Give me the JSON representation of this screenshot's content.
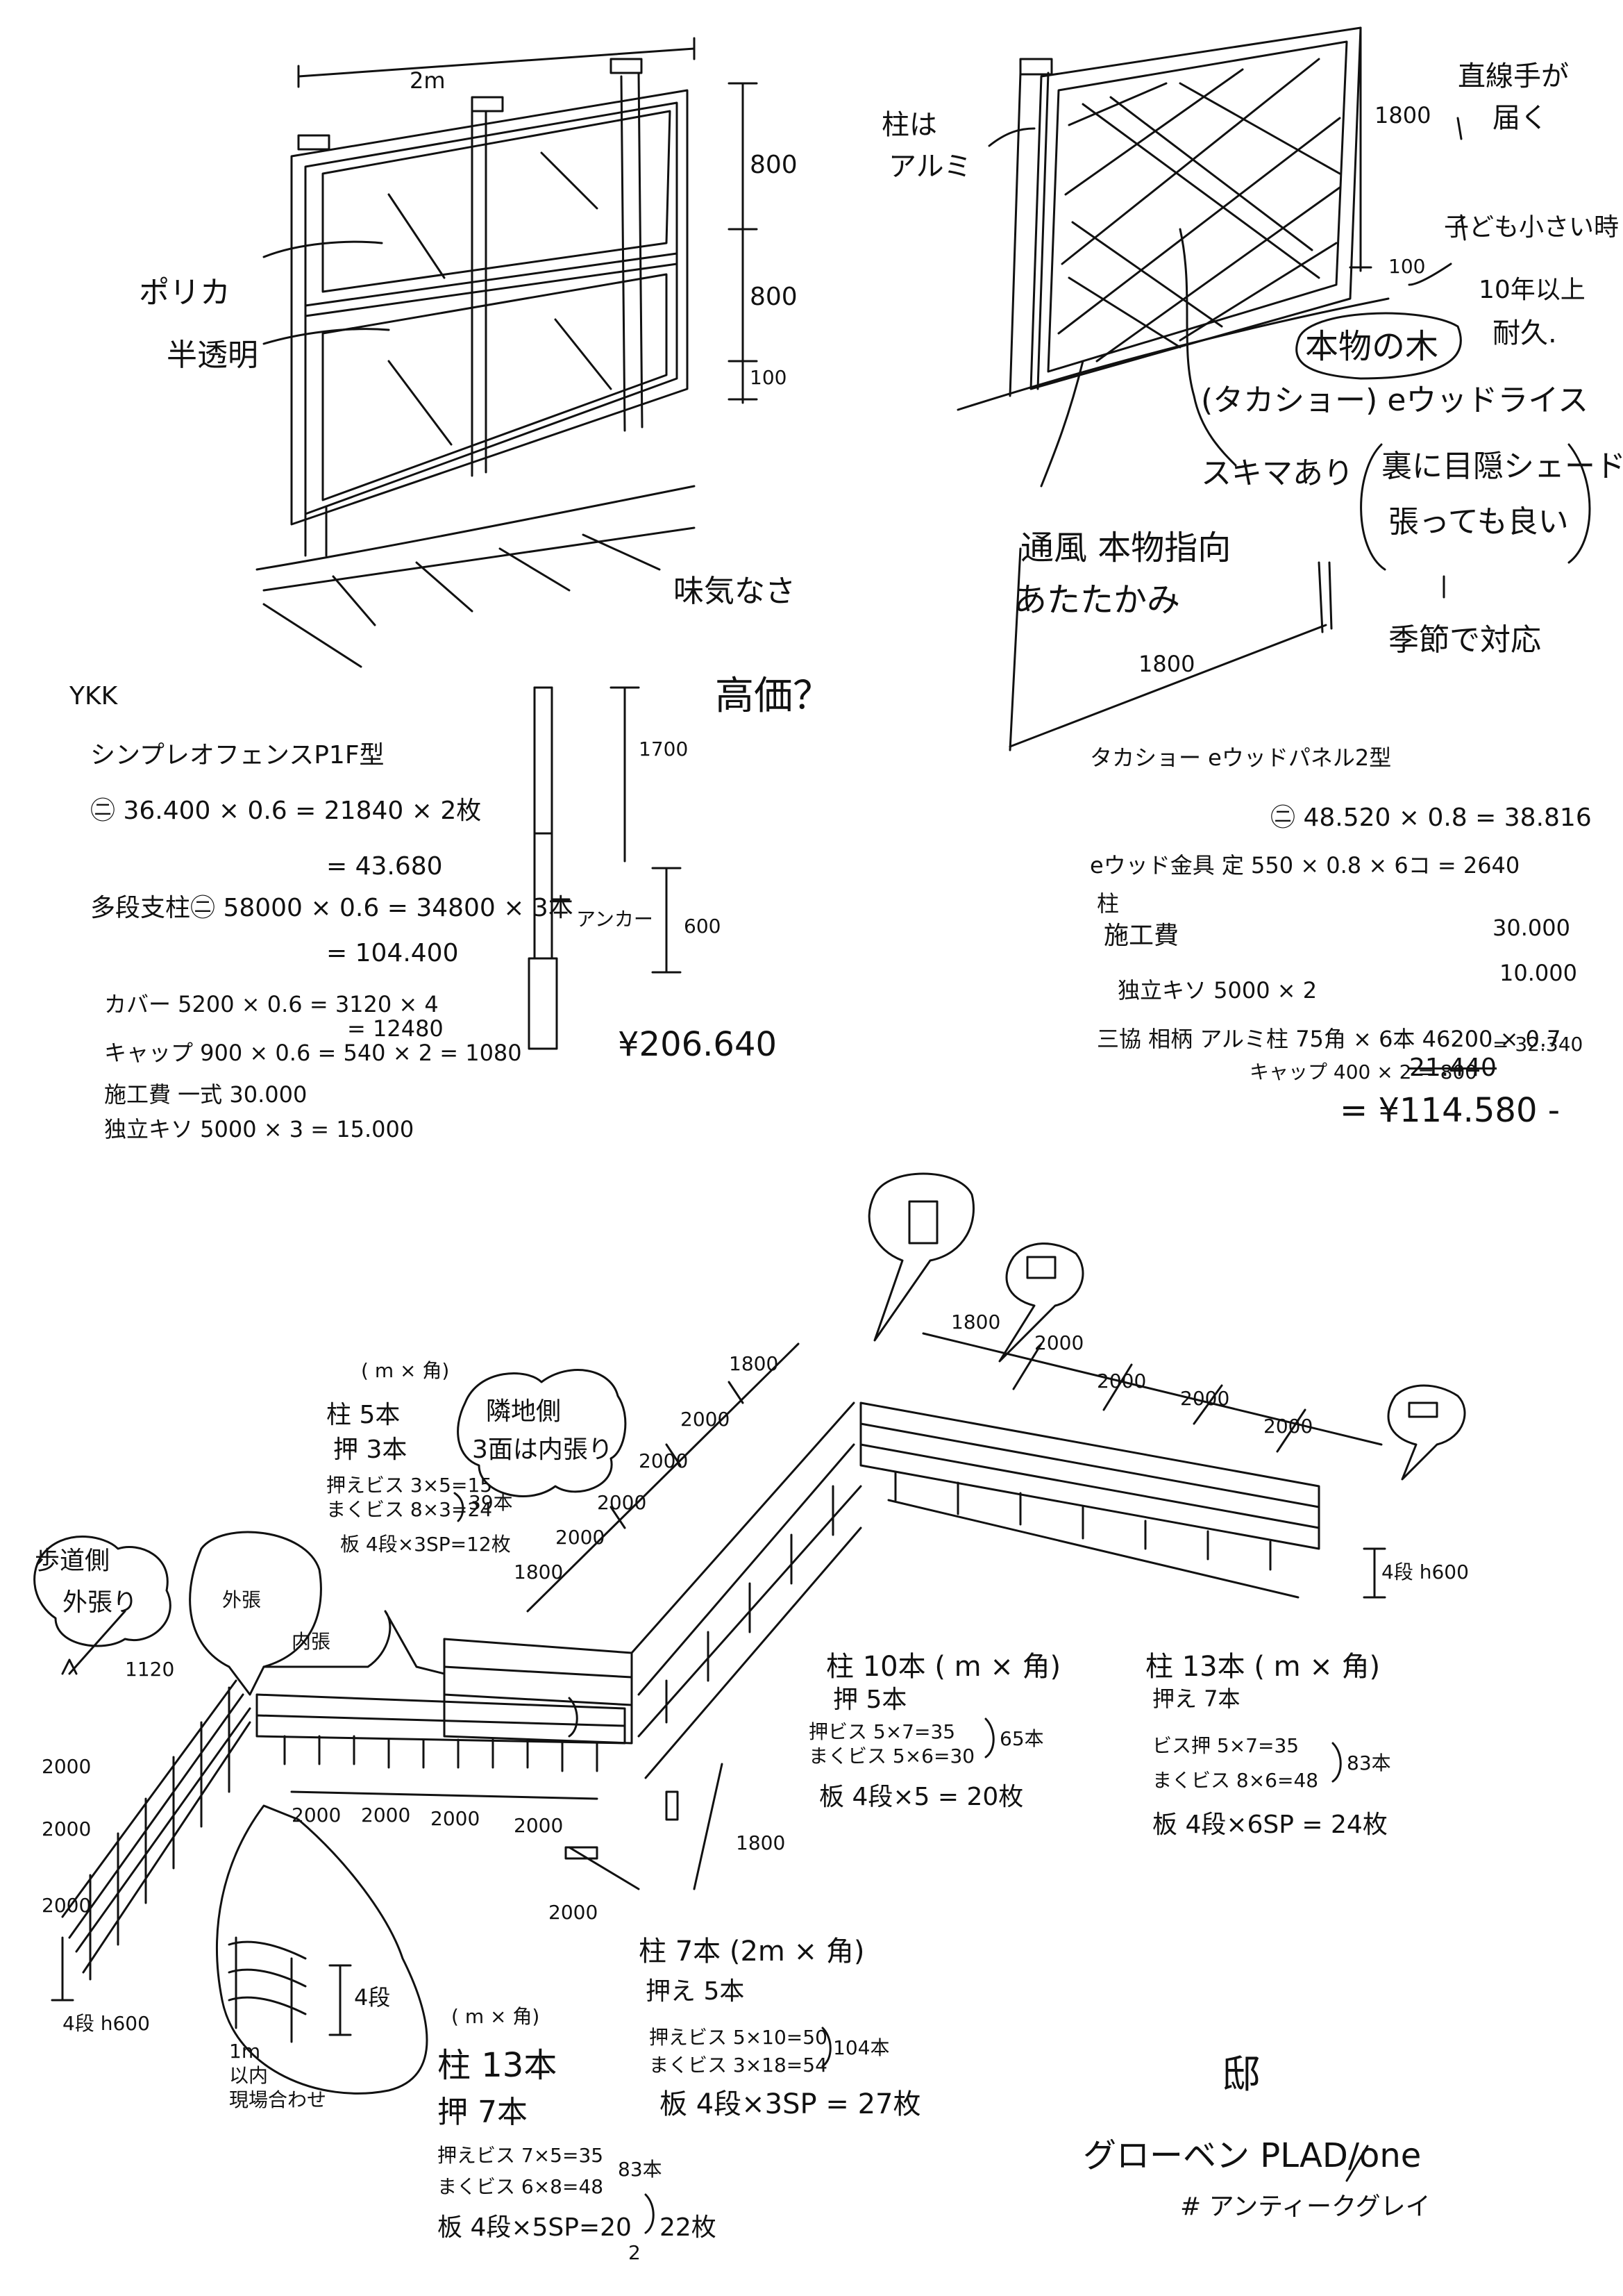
{
  "sheet": {
    "top_left": {
      "dim_width": "2m",
      "dim_h1": "800",
      "dim_h2": "800",
      "dim_h3": "100",
      "material_line1": "ポリカ",
      "material_line2": "半透明",
      "note": "味気なさ"
    },
    "top_right": {
      "pillar_line1": "柱は",
      "pillar_line2": "アルミ",
      "dim_h": "1800",
      "dim_gap": "100",
      "dim_w": "1800",
      "note_line1": "直線手が",
      "note_line2": "届く",
      "note_line3": "子ども小さい時",
      "note_line4": "10年以上",
      "note_line5": "耐久.",
      "real_wood": "本物の木",
      "product": "(タカショー) eウッドライス",
      "gap_note": "スキマあり",
      "shade_line1": "裏に目隠シェード",
      "shade_line2": "張っても良い",
      "season": "季節で対応",
      "vent_line1": "通風  本物指向",
      "vent_line2": "あたたかみ"
    },
    "ykk": {
      "header": "YKK",
      "question": "高価？",
      "line1": "シンプレオフェンスP1F型",
      "line2": "㊁ 36.400 × 0.6 = 21840 × 2枚",
      "line3": "= 43.680",
      "line4": "多段支柱㊁ 58000 × 0.6 = 34800 × 3本",
      "line5": "= 104.400",
      "line6": "カバー 5200 × 0.6 = 3120 × 4",
      "line7": "= 12480",
      "line8": "キャップ 900 × 0.6 = 540 × 2 = 1080",
      "line9": "施工費  一式  30.000",
      "line10": "独立キソ 5000 × 3 = 15.000",
      "dim1": "1700",
      "dim2": "600",
      "anchor": "アンカー",
      "total": "¥206.640"
    },
    "takasho": {
      "line1": "タカショー eウッドパネル2型",
      "line2": "㊁ 48.520 × 0.8 = 38.816",
      "line3": "eウッド金具  定 550 × 0.8 × 6コ =  2640",
      "line4": "柱",
      "line5": "施工費",
      "line5_val": "30.000",
      "line6": "独立キソ  5000 × 2",
      "line6_val": "10.000",
      "line7": "三協 相柄 アルミ柱 75角 × 6本  46200 × 0.7",
      "line7_val": "= 32.340",
      "line8": "キャップ 400 × 2 = 800",
      "line8_strike": "21.440",
      "total": "= ¥114.580 -"
    },
    "plan": {
      "left_tag_line1": "歩道側",
      "left_tag_line2": "外張り",
      "neighbor_line1": "隣地側",
      "neighbor_line2": "3面は内張り",
      "inner_label": "内張",
      "outer_label": "外張",
      "dim_1800": "1800",
      "dim_2000": "2000",
      "dim_1120": "1120",
      "dim_h600": "4段 h600",
      "dim_4dan": "4段",
      "site_note_line1": "1m",
      "site_note_line2": "以内",
      "site_note_line3": "現場合わせ",
      "g1_head": "(  m ×  角)",
      "g1_pillar": "柱 5本",
      "g1_press": "押 3本",
      "g1_screw1": "押えビス 3×5=15",
      "g1_screw2": "まくビス 8×3=24",
      "g1_screw_total": "39本",
      "g1_board": "板 4段×3SP=12枚",
      "g2_pillar": "柱 10本 (  m ×  角)",
      "g2_press": "押 5本",
      "g2_screw1": "押ビス 5×7=35",
      "g2_screw2": "まくビス 5×6=30",
      "g2_screw_total": "65本",
      "g2_board": "板 4段×5 = 20枚",
      "g3_pillar": "柱 13本 (  m ×  角)",
      "g3_press": "押え 7本",
      "g3_screw1": "ビス押 5×7=35",
      "g3_screw2": "まくビス 8×6=48",
      "g3_screw_total": "83本",
      "g3_board": "板 4段×6SP = 24枚",
      "g4_pillar": "柱 7本 (2m ×  角)",
      "g4_press": "押え 5本",
      "g4_screw1": "押えビス 5×10=50",
      "g4_screw2": "まくビス 3×18=54",
      "g4_screw_total": "104本",
      "g4_board": "板 4段×3SP = 27枚",
      "g5_head": "(  m ×  角)",
      "g5_pillar": "柱 13本",
      "g5_press": "押 7本",
      "g5_screw1": "押えビス 7×5=35",
      "g5_screw2": "まくビス 6×8=48",
      "g5_screw_total": "83本",
      "g5_board": "板 4段×5SP=20",
      "g5_board_sub": "2",
      "g5_board_total": "22枚",
      "right_h600": "4段 h600",
      "kanji_mark": "邸",
      "brand": "グローベン PLAD/one",
      "color_name": "# アンティークグレイ"
    }
  }
}
